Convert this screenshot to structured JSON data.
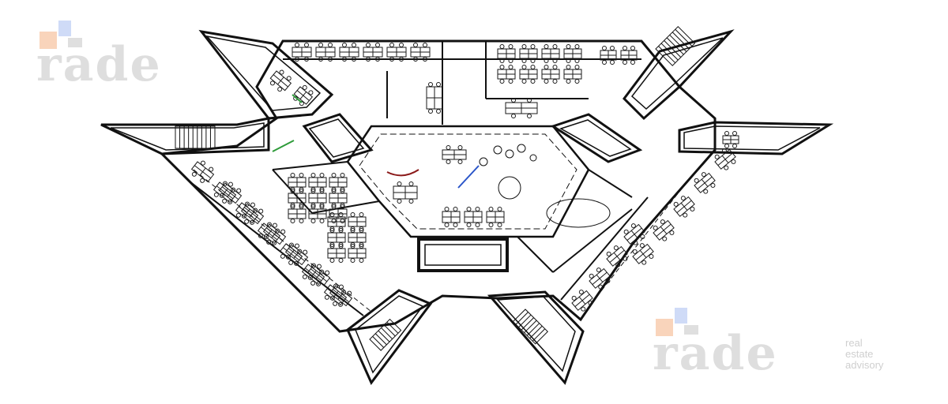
{
  "watermark_top": {
    "brand": "rade"
  },
  "watermark_bottom": {
    "brand": "rade",
    "tagline": [
      "real",
      "estate",
      "advisory"
    ]
  },
  "colors": {
    "wall": "#111111",
    "furniture": "#1a1a1a",
    "watermark_text": "#d9d9d9",
    "logo_orange": "#f4b183",
    "logo_blue": "#9fb8ef",
    "accent_green": "#2e9b3a",
    "accent_red": "#8b1a1a",
    "accent_blue": "#2a55c9"
  }
}
